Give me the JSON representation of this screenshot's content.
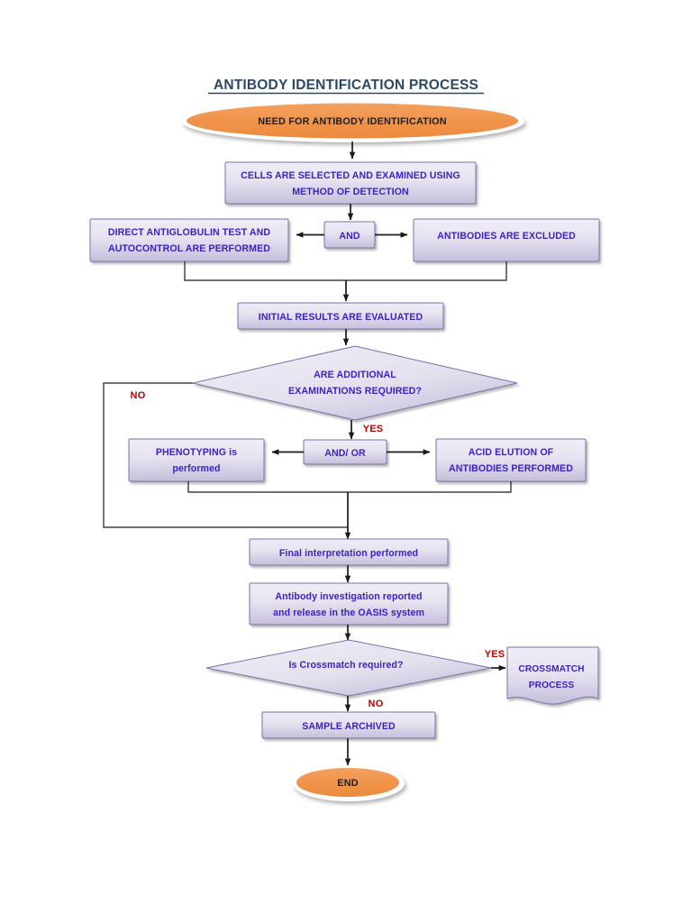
{
  "document": {
    "title": "ANTIBODY IDENTIFICATION PROCESS"
  },
  "colors": {
    "title_text": "#2c4868",
    "box_text": "#4020c0",
    "box_fill_light": "#e9e6f2",
    "box_fill_dark": "#c9c2dd",
    "box_border": "#7d6fa8",
    "terminator_fill": "#F0934A",
    "terminator_text": "#17202b",
    "branch_label": "#c00000",
    "connector": "#1a1a1a",
    "page_background": "#ffffff"
  },
  "chart_data": {
    "type": "diagram",
    "title": "ANTIBODY IDENTIFICATION PROCESS",
    "diagram_kind": "flowchart",
    "orientation": "top-to-bottom",
    "nodes": [
      {
        "id": "start",
        "shape": "oval",
        "label": "NEED FOR ANTIBODY IDENTIFICATION"
      },
      {
        "id": "cells",
        "shape": "process",
        "label": "CELLS ARE SELECTED AND EXAMINED USING METHOD OF DETECTION",
        "lines": [
          "CELLS ARE SELECTED AND EXAMINED USING",
          "METHOD OF DETECTION"
        ]
      },
      {
        "id": "and1",
        "shape": "process",
        "label": "AND"
      },
      {
        "id": "dat",
        "shape": "process",
        "label": "DIRECT ANTIGLOBULIN TEST AND AUTOCONTROL ARE PERFORMED",
        "lines": [
          "DIRECT ANTIGLOBULIN TEST AND",
          "AUTOCONTROL ARE PERFORMED"
        ]
      },
      {
        "id": "excluded",
        "shape": "process",
        "label": "ANTIBODIES ARE EXCLUDED"
      },
      {
        "id": "initial",
        "shape": "process",
        "label": "INITIAL RESULTS ARE EVALUATED"
      },
      {
        "id": "addexam",
        "shape": "decision",
        "label": "ARE ADDITIONAL EXAMINATIONS REQUIRED?",
        "lines": [
          "ARE ADDITIONAL",
          "EXAMINATIONS REQUIRED?"
        ]
      },
      {
        "id": "andor",
        "shape": "process",
        "label": "AND/ OR"
      },
      {
        "id": "phenotyping",
        "shape": "process",
        "label": "PHENOTYPING is performed",
        "lines": [
          "PHENOTYPING is",
          "performed"
        ]
      },
      {
        "id": "acidelution",
        "shape": "process",
        "label": "ACID ELUTION OF ANTIBODIES PERFORMED",
        "lines": [
          "ACID ELUTION OF",
          "ANTIBODIES PERFORMED"
        ]
      },
      {
        "id": "finalinterp",
        "shape": "process",
        "label": "Final interpretation performed"
      },
      {
        "id": "reported",
        "shape": "process",
        "label": "Antibody investigation reported and release in the OASIS system",
        "lines": [
          "Antibody investigation reported",
          "and release in the OASIS system"
        ]
      },
      {
        "id": "crossq",
        "shape": "decision",
        "label": "Is Crossmatch required?"
      },
      {
        "id": "crossproc",
        "shape": "document",
        "label": "CROSSMATCH PROCESS",
        "lines": [
          "CROSSMATCH",
          "PROCESS"
        ]
      },
      {
        "id": "archived",
        "shape": "process",
        "label": "SAMPLE ARCHIVED"
      },
      {
        "id": "end",
        "shape": "oval",
        "label": "END"
      }
    ],
    "edges": [
      {
        "from": "start",
        "to": "cells",
        "label": ""
      },
      {
        "from": "cells",
        "to": "and1",
        "label": ""
      },
      {
        "from": "and1",
        "to": "dat",
        "label": ""
      },
      {
        "from": "and1",
        "to": "excluded",
        "label": ""
      },
      {
        "from": "dat",
        "to": "initial",
        "label": ""
      },
      {
        "from": "excluded",
        "to": "initial",
        "label": ""
      },
      {
        "from": "initial",
        "to": "addexam",
        "label": ""
      },
      {
        "from": "addexam",
        "to": "andor",
        "label": "YES"
      },
      {
        "from": "addexam",
        "to": "finalinterp",
        "label": "NO"
      },
      {
        "from": "andor",
        "to": "phenotyping",
        "label": ""
      },
      {
        "from": "andor",
        "to": "acidelution",
        "label": ""
      },
      {
        "from": "phenotyping",
        "to": "finalinterp",
        "label": ""
      },
      {
        "from": "acidelution",
        "to": "finalinterp",
        "label": ""
      },
      {
        "from": "finalinterp",
        "to": "reported",
        "label": ""
      },
      {
        "from": "reported",
        "to": "crossq",
        "label": ""
      },
      {
        "from": "crossq",
        "to": "crossproc",
        "label": "YES"
      },
      {
        "from": "crossq",
        "to": "archived",
        "label": "NO"
      },
      {
        "from": "archived",
        "to": "end",
        "label": ""
      }
    ],
    "branch_labels": {
      "no_additional_exams": "NO",
      "yes_additional_exams": "YES",
      "yes_crossmatch": "YES",
      "no_crossmatch": "NO"
    }
  },
  "nodes": {
    "start": {
      "text": "NEED FOR ANTIBODY IDENTIFICATION"
    },
    "cells": {
      "line1": "CELLS ARE SELECTED AND EXAMINED USING",
      "line2": "METHOD OF DETECTION"
    },
    "and1": {
      "text": "AND"
    },
    "dat": {
      "line1": "DIRECT ANTIGLOBULIN TEST AND",
      "line2": "AUTOCONTROL ARE PERFORMED"
    },
    "excluded": {
      "text": "ANTIBODIES ARE EXCLUDED"
    },
    "initial": {
      "text": "INITIAL RESULTS ARE EVALUATED"
    },
    "addexam": {
      "line1": "ARE ADDITIONAL",
      "line2": "EXAMINATIONS REQUIRED?"
    },
    "andor": {
      "text": "AND/ OR"
    },
    "phenotyping": {
      "line1": "PHENOTYPING is",
      "line2": "performed"
    },
    "acidelution": {
      "line1": "ACID ELUTION OF",
      "line2": "ANTIBODIES PERFORMED"
    },
    "finalinterp": {
      "text": "Final interpretation performed"
    },
    "reported": {
      "line1": "Antibody investigation reported",
      "line2": "and release in the OASIS system"
    },
    "crossq": {
      "text": "Is Crossmatch required?"
    },
    "crossproc": {
      "line1": "CROSSMATCH",
      "line2": "PROCESS"
    },
    "archived": {
      "text": "SAMPLE ARCHIVED"
    },
    "end": {
      "text": "END"
    }
  },
  "labels": {
    "no_exams": "NO",
    "yes_exams": "YES",
    "yes_cross": "YES",
    "no_cross": "NO"
  }
}
